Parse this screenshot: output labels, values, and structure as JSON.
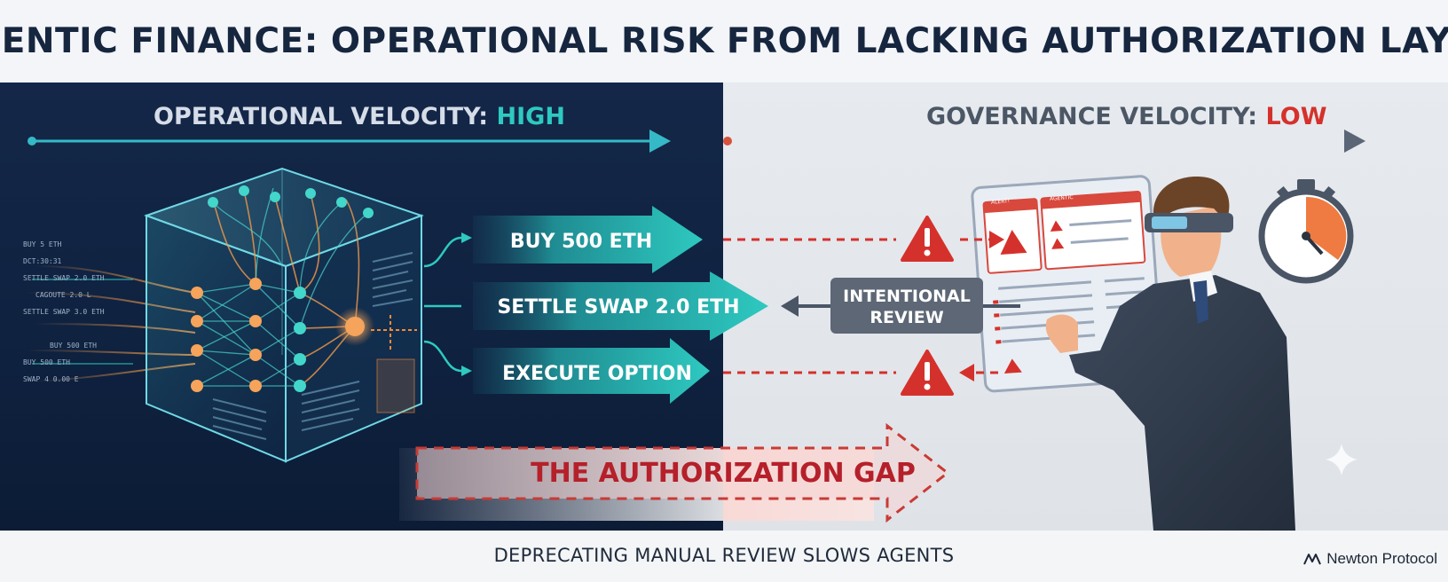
{
  "title": "AGENTIC FINANCE: OPERATIONAL RISK FROM LACKING AUTHORIZATION LAYER",
  "left_panel": {
    "label": "OPERATIONAL VELOCITY:",
    "level": "HIGH",
    "code_lines": [
      "BUY 5  ETH",
      "DCT:30:31",
      "SETTLE SWAP 2.0 ETH",
      "CAGOUTE 2.0 L",
      "SETTLE SWAP 3.0 ETH",
      "BUY 500 ETH",
      "BUY 500 ETH",
      "SWAP 4 0.00 E"
    ]
  },
  "right_panel": {
    "label": "GOVERNANCE VELOCITY:",
    "level": "LOW",
    "screen_tabs": [
      "ALERT!",
      "AGENTIC"
    ]
  },
  "actions": [
    {
      "label": "BUY 500 ETH"
    },
    {
      "label": "SETTLE SWAP 2.0 ETH"
    },
    {
      "label": "EXECUTE OPTION"
    }
  ],
  "review_box": {
    "line1": "INTENTIONAL",
    "line2": "REVIEW"
  },
  "gap_label": "THE AUTHORIZATION GAP",
  "caption": "DEPRECATING MANUAL REVIEW SLOWS AGENTS",
  "brand": "Newton Protocol",
  "icons": [
    "warning-icon",
    "stopwatch-icon",
    "newton-logo-icon",
    "sparkle-icon"
  ],
  "colors": {
    "navy": "#0f2240",
    "teal": "#2ec9c0",
    "alert_red": "#d5312c",
    "orange": "#f28a3a",
    "slate": "#4a5566"
  }
}
